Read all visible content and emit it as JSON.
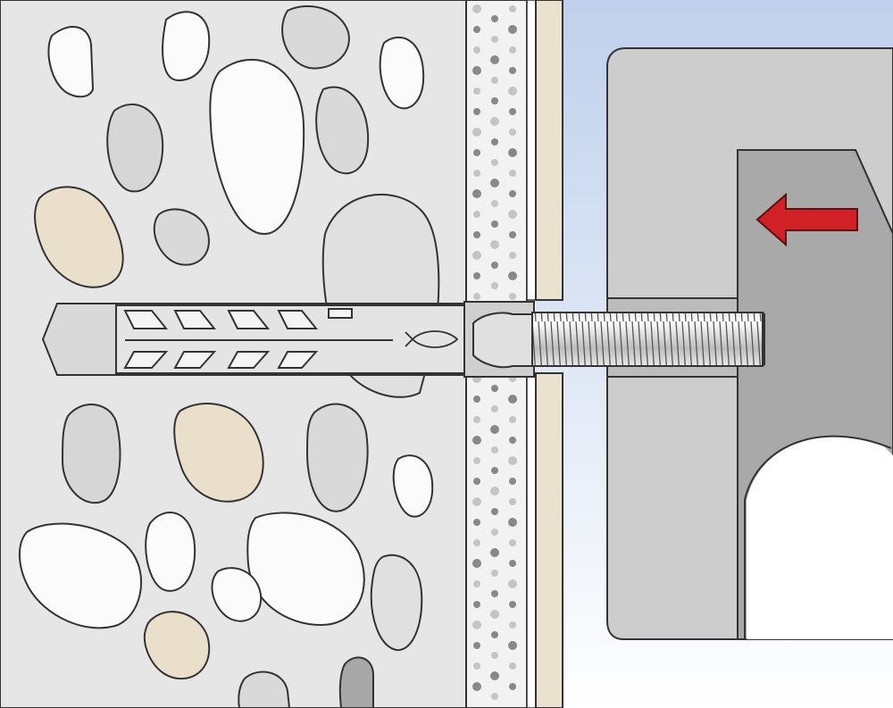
{
  "diagram": {
    "kind": "fastener-installation-illustration",
    "components": [
      "concrete-base-material",
      "insulation-layer",
      "plaster-layer",
      "nylon-frame-plug",
      "threaded-screw",
      "mounted-bracket"
    ],
    "arrow_direction": "left",
    "logo": "fish-logo",
    "colors": {
      "background_sky": "#cddbf0",
      "concrete": "#e6e6e6",
      "stone_light": "#fbfbfb",
      "stone_grey": "#d6d6d6",
      "stone_beige": "#e9dfcb",
      "insulation": "#f2f2f2",
      "plaster": "#ebe1cf",
      "bracket": "#cdcdcd",
      "bracket_dark": "#a9a9a9",
      "plug": "#d9d9d9",
      "screw": "#e8e8e8",
      "arrow": "#d22126",
      "outline": "#333333"
    }
  }
}
